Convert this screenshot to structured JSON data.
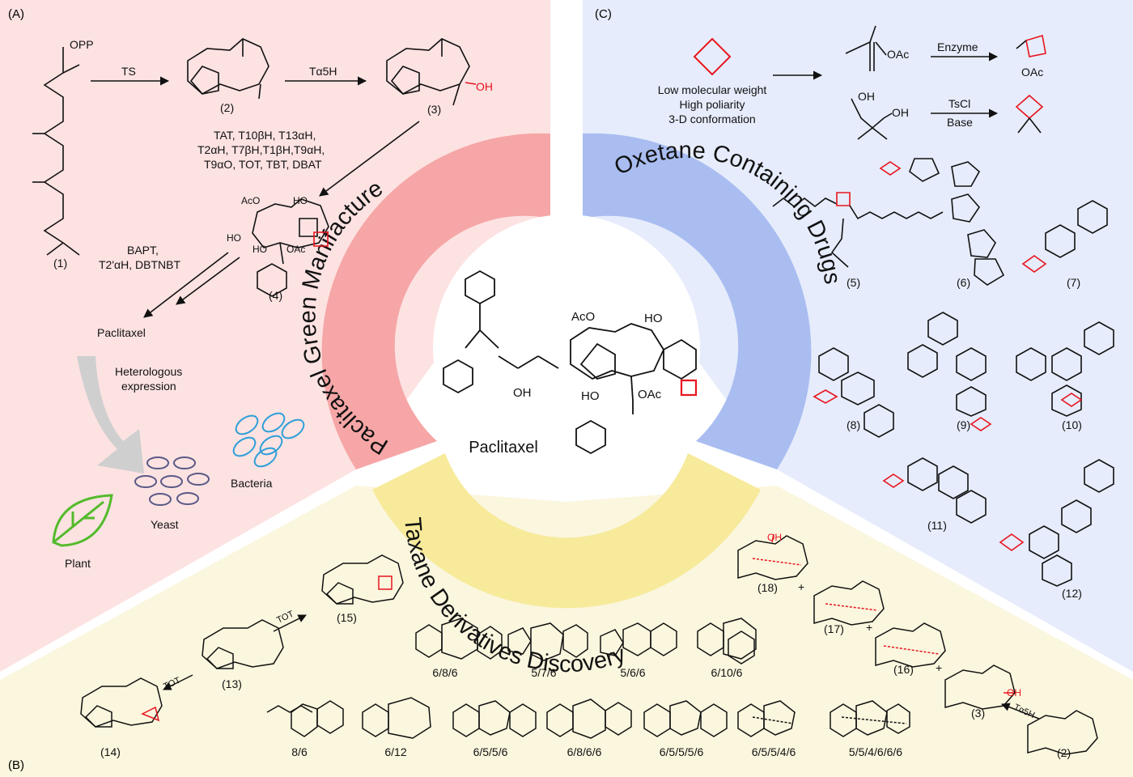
{
  "colors": {
    "panel_a": "#fde2e2",
    "panel_b": "#fbf6de",
    "panel_c": "#e6ecfb",
    "ring_a": "#f6a6a6",
    "ring_b": "#f7ea9a",
    "ring_c": "#a9bdf1",
    "oxetane": "#e8141e",
    "plant": "#53bb2c",
    "bacteria": "#2f9fd8",
    "yeast": "#5a5a86",
    "arrow_gray": "#cfcfcf"
  },
  "panel_labels": {
    "a": "(A)",
    "b": "(B)",
    "c": "(C)"
  },
  "ring_titles": {
    "a": "Paclitaxel Green Manifacture",
    "b": "Taxane Derivatives Discovery",
    "c": "Oxetane Containing Drugs"
  },
  "center": {
    "label": "Paclitaxel"
  },
  "panel_a": {
    "opp": "OPP",
    "ts": "TS",
    "t5h": "Tα5H",
    "oh": "OH",
    "cmp1": "(1)",
    "cmp2": "(2)",
    "cmp3": "(3)",
    "cmp4": "(4)",
    "enzymes": [
      "TAT, T10βH, T13αH,",
      "T2αH, T7βH,T1βH,T9αH,",
      "T9αO, TOT, TBT, DBAT"
    ],
    "bapt": [
      "BAPT,",
      "T2'αH, DBTNBT"
    ],
    "paclitaxel": "Paclitaxel",
    "hetero": [
      "Heterologous",
      "expression"
    ],
    "yeast": "Yeast",
    "bacteria": "Bacteria",
    "plant": "Plant",
    "c4_aco": "AcO",
    "c4_ho_top": "HO",
    "c4_ho_left": "HO",
    "c4_ho_bot": "HO",
    "c4_oac": "OAc"
  },
  "panel_c": {
    "props": [
      "Low molecular weight",
      "High poliarity",
      "3-D conformation"
    ],
    "enzyme": "Enzyme",
    "tscl": "TsCl",
    "base": "Base",
    "oac": "OAc",
    "oh": "OH",
    "cmps": [
      "(5)",
      "(6)",
      "(7)",
      "(8)",
      "(9)",
      "(10)",
      "(11)",
      "(12)"
    ]
  },
  "panel_b": {
    "tot": "TOT",
    "t5h": "Tα5H",
    "cmps": [
      "(13)",
      "(14)",
      "(15)",
      "(16)",
      "(17)",
      "(18)",
      "(3)",
      "(2)"
    ],
    "skeletons_row1": [
      "6/8/6",
      "5/7/6",
      "5/6/6",
      "6/10/6"
    ],
    "skeletons_row2": [
      "8/6",
      "6/12",
      "6/5/5/6",
      "6/8/6/6",
      "6/5/5/5/6",
      "6/5/5/4/6",
      "5/5/4/6/6/6"
    ],
    "oh": "OH",
    "oac": "OAc",
    "aco": "AcO"
  }
}
